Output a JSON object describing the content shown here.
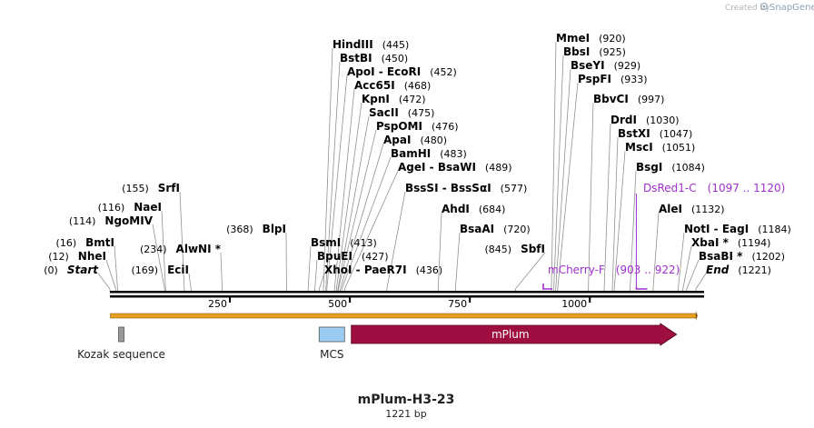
{
  "credit": {
    "prefix": "Created by",
    "brand": "SnapGene"
  },
  "sequence": {
    "name": "mPlum-H3-23",
    "length_label": "1221 bp",
    "length": 1221
  },
  "ruler_ticks": [
    {
      "pos": 250,
      "label": "250"
    },
    {
      "pos": 500,
      "label": "500"
    },
    {
      "pos": 750,
      "label": "750"
    },
    {
      "pos": 1000,
      "label": "1000"
    }
  ],
  "sites": [
    {
      "name": "Start",
      "pos": 0,
      "pos_label": "(0)",
      "italic": true
    },
    {
      "name": "NheI",
      "pos": 12,
      "pos_label": "(12)"
    },
    {
      "name": "BmtI",
      "pos": 16,
      "pos_label": "(16)"
    },
    {
      "name": "NgoMIV",
      "pos": 114,
      "pos_label": "(114)"
    },
    {
      "name": "NaeI",
      "pos": 116,
      "pos_label": "(116)"
    },
    {
      "name": "SrfI",
      "pos": 155,
      "pos_label": "(155)"
    },
    {
      "name": "EciI",
      "pos": 169,
      "pos_label": "(169)"
    },
    {
      "name": "AlwNI *",
      "pos": 234,
      "pos_label": "(234)"
    },
    {
      "name": "BlpI",
      "pos": 368,
      "pos_label": "(368)"
    },
    {
      "name": "BsmI",
      "pos": 413,
      "pos_label": "(413)"
    },
    {
      "name": "BpuEI",
      "pos": 427,
      "pos_label": "(427)"
    },
    {
      "name": "XhoI - PaeR7I",
      "pos": 436,
      "pos_label": "(436)"
    },
    {
      "name": "HindIII",
      "pos": 445,
      "pos_label": "(445)"
    },
    {
      "name": "BstBI",
      "pos": 450,
      "pos_label": "(450)"
    },
    {
      "name": "ApoI - EcoRI",
      "pos": 452,
      "pos_label": "(452)"
    },
    {
      "name": "Acc65I",
      "pos": 468,
      "pos_label": "(468)"
    },
    {
      "name": "KpnI",
      "pos": 472,
      "pos_label": "(472)"
    },
    {
      "name": "SacII",
      "pos": 475,
      "pos_label": "(475)"
    },
    {
      "name": "PspOMI",
      "pos": 476,
      "pos_label": "(476)"
    },
    {
      "name": "ApaI",
      "pos": 480,
      "pos_label": "(480)"
    },
    {
      "name": "BamHI",
      "pos": 483,
      "pos_label": "(483)"
    },
    {
      "name": "AgeI - BsaWI",
      "pos": 489,
      "pos_label": "(489)"
    },
    {
      "name": "BssSI - BssSαI",
      "pos": 577,
      "pos_label": "(577)"
    },
    {
      "name": "AhdI",
      "pos": 684,
      "pos_label": "(684)"
    },
    {
      "name": "BsaAI",
      "pos": 720,
      "pos_label": "(720)"
    },
    {
      "name": "SbfI",
      "pos": 845,
      "pos_label": "(845)"
    },
    {
      "name": "MmeI",
      "pos": 920,
      "pos_label": "(920)"
    },
    {
      "name": "BbsI",
      "pos": 925,
      "pos_label": "(925)"
    },
    {
      "name": "BseYI",
      "pos": 929,
      "pos_label": "(929)"
    },
    {
      "name": "PspFI",
      "pos": 933,
      "pos_label": "(933)"
    },
    {
      "name": "BbvCI",
      "pos": 997,
      "pos_label": "(997)"
    },
    {
      "name": "DrdI",
      "pos": 1030,
      "pos_label": "(1030)"
    },
    {
      "name": "BstXI",
      "pos": 1047,
      "pos_label": "(1047)"
    },
    {
      "name": "MscI",
      "pos": 1051,
      "pos_label": "(1051)"
    },
    {
      "name": "BsgI",
      "pos": 1084,
      "pos_label": "(1084)"
    },
    {
      "name": "AleI",
      "pos": 1132,
      "pos_label": "(1132)"
    },
    {
      "name": "NotI - EagI",
      "pos": 1184,
      "pos_label": "(1184)"
    },
    {
      "name": "XbaI *",
      "pos": 1194,
      "pos_label": "(1194)"
    },
    {
      "name": "BsaBI *",
      "pos": 1202,
      "pos_label": "(1202)"
    },
    {
      "name": "End",
      "pos": 1221,
      "pos_label": "(1221)",
      "italic": true
    }
  ],
  "primers": [
    {
      "name": "mCherry-F",
      "range_label": "(903 .. 922)",
      "start": 903,
      "end": 922,
      "color": "#a030d0"
    },
    {
      "name": "DsRed1-C",
      "range_label": "(1097 .. 1120)",
      "start": 1097,
      "end": 1120,
      "color": "#a030d0"
    }
  ],
  "orf": {
    "start": 1,
    "end": 1221,
    "color": "#e8a020"
  },
  "features": [
    {
      "name": "Kozak sequence",
      "type": "box",
      "start": 18,
      "end": 27,
      "color": "#999999"
    },
    {
      "name": "MCS",
      "type": "box",
      "start": 436,
      "end": 489,
      "color": "#99ccf0"
    },
    {
      "name": "mPlum",
      "type": "arrow",
      "start": 503,
      "end": 1181,
      "color": "#9e0e40"
    }
  ],
  "colors": {
    "backbone": "#000000",
    "site_line": "#909090",
    "primer": "#a030d0"
  }
}
